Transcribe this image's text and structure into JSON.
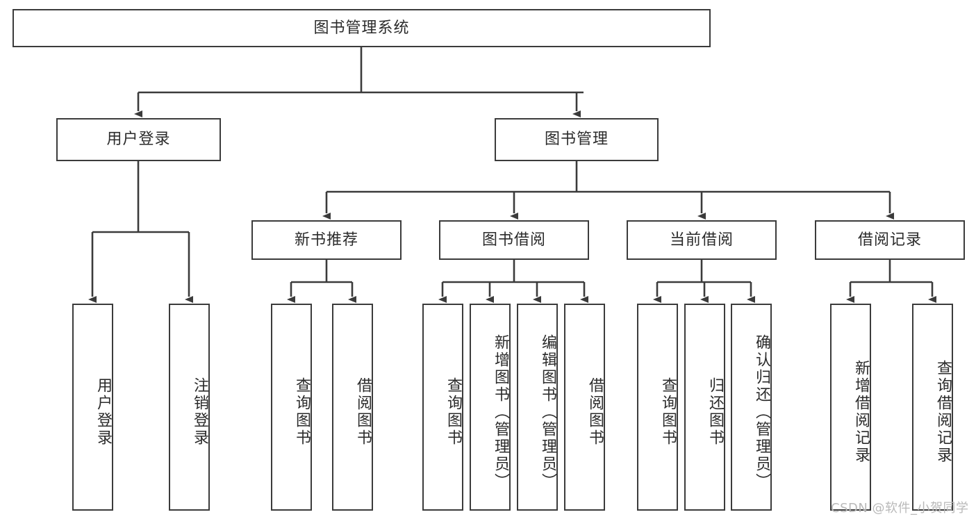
{
  "diagram": {
    "type": "tree-hierarchy",
    "title": "图书管理系统",
    "root": {
      "label": "图书管理系统"
    },
    "level2": [
      {
        "label": "用户登录"
      },
      {
        "label": "图书管理"
      }
    ],
    "level3": [
      {
        "label": "新书推荐"
      },
      {
        "label": "图书借阅"
      },
      {
        "label": "当前借阅"
      },
      {
        "label": "借阅记录"
      }
    ],
    "leaves": {
      "user_login": [
        {
          "label": "用户登录"
        },
        {
          "label": "注销登录"
        }
      ],
      "new_book_recommend": [
        {
          "label": "查询图书"
        },
        {
          "label": "借阅图书"
        }
      ],
      "book_borrow": [
        {
          "label": "查询图书"
        },
        {
          "label": "新增图书（管理员）"
        },
        {
          "label": "编辑图书（管理员）"
        },
        {
          "label": "借阅图书"
        }
      ],
      "current_borrow": [
        {
          "label": "查询图书"
        },
        {
          "label": "归还图书"
        },
        {
          "label": "确认归还（管理员）"
        }
      ],
      "borrow_record": [
        {
          "label": "新增借阅记录"
        },
        {
          "label": "查询借阅记录"
        }
      ]
    }
  },
  "watermark": {
    "text": "CSDN @软件_小贺同学"
  },
  "colors": {
    "stroke": "#3b3b3b",
    "fill": "#ffffff",
    "text": "#2b2b2b",
    "watermark": "#b9b9b9"
  }
}
